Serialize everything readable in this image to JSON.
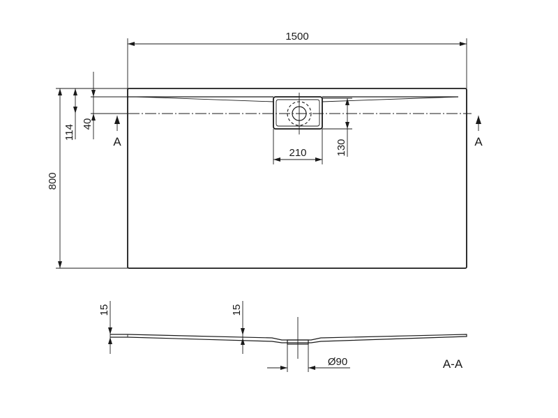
{
  "plan_view": {
    "dimensions": {
      "overall_length": "1500",
      "overall_width": "800",
      "drain_offset_outer": "114",
      "drain_offset_inner": "40",
      "drain_box_width": "210",
      "drain_box_depth": "130"
    },
    "section_marker_left": "A",
    "section_marker_right": "A"
  },
  "section_view": {
    "label": "A-A",
    "dimensions": {
      "edge_thickness_left": "15",
      "edge_thickness_mid": "15",
      "drain_diameter": "Ø90"
    }
  }
}
